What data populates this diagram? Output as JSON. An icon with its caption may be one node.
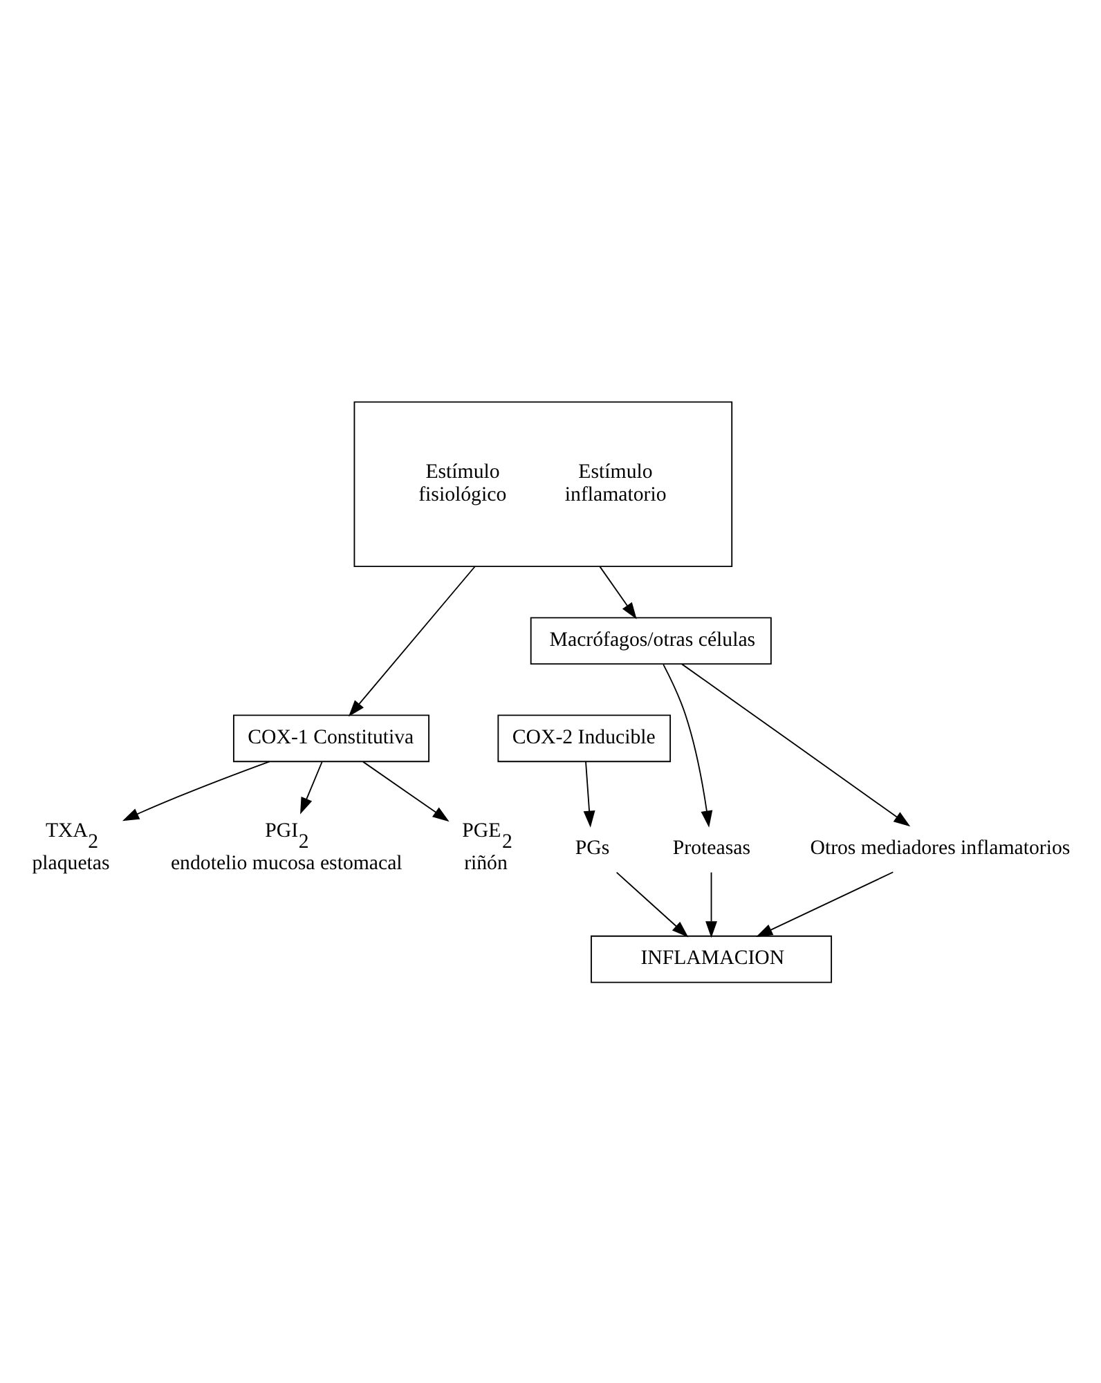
{
  "diagram": {
    "nodes": [
      {
        "text": [
          "Estímulo fisiológico",
          "Estímulo inflamatorio"
        ]
      },
      {
        "text": [
          "COX-1 Constitutiva"
        ]
      },
      {
        "text": [
          "Macrófagos/otras células"
        ]
      },
      {
        "text": [
          "COX-2 Inducible"
        ]
      },
      {
        "text": [
          "TXA$_{2}$",
          "plaquetas"
        ]
      },
      {
        "text": [
          "PGI$_{2}$",
          "endotelio mucosa estomacal"
        ]
      },
      {
        "text": [
          "PGE$_{2}$",
          "riñón"
        ]
      },
      {
        "text": [
          "Proteasas"
        ]
      },
      {
        "text": [
          "PGs"
        ]
      },
      {
        "text": [
          "Otros mediadores inflamatorios"
        ]
      },
      {
        "text": [
          "INFLAMACION"
        ]
      }
    ],
    "edges": [
      {
        "from": 0,
        "to": 1,
        "arrow": "to"
      },
      {
        "from": 0,
        "to": 2,
        "arrow": "to"
      },
      {
        "from": 1,
        "to": 4,
        "arrow": "to"
      },
      {
        "from": 1,
        "to": 5,
        "arrow": "to"
      },
      {
        "from": 1,
        "to": 6,
        "arrow": "to"
      },
      {
        "from": 2,
        "to": 7,
        "arrow": "to"
      },
      {
        "from": 3,
        "to": 8,
        "arrow": "to"
      },
      {
        "from": 2,
        "to": 9,
        "arrow": "to"
      },
      {
        "from": 7,
        "to": 10,
        "arrow": "to"
      },
      {
        "from": 8,
        "to": 10,
        "arrow": "to"
      },
      {
        "from": 9,
        "to": 10,
        "arrow": "to"
      }
    ]
  }
}
